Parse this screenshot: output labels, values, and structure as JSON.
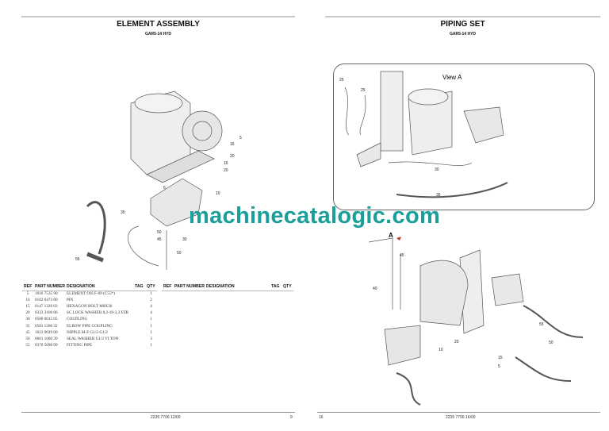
{
  "left_page": {
    "title": "ELEMENT ASSEMBLY",
    "subtitle": "GAR5-14 HYD",
    "table_headers": {
      "ref": "REF",
      "part": "PART NUMBER",
      "desig": "DESIGNATION",
      "tag": "TAG",
      "qty": "QTY"
    },
    "rows": [
      {
        "ref": "5",
        "part": "1616 7535 90",
        "desig": "ELEMENT OIS F-09 (C55*)",
        "qty": "1"
      },
      {
        "ref": "10",
        "part": "0102 6473 00",
        "desig": "PIN",
        "qty": "2"
      },
      {
        "ref": "15",
        "part": "0147 1326 03",
        "desig": "HEXAGON BOLT M8X30",
        "qty": "4"
      },
      {
        "ref": "20",
        "part": "0333 3100 06",
        "desig": "SC LOCK WASHER 8,2-18-2,3 FZB",
        "qty": "4"
      },
      {
        "ref": "30",
        "part": "0580 0015 05",
        "desig": "COUPLING",
        "qty": "1"
      },
      {
        "ref": "35",
        "part": "0581 1200 32",
        "desig": "ELBOW PIPE COUPLING",
        "qty": "1"
      },
      {
        "ref": "45",
        "part": "1613 9029 00",
        "desig": "NIPPLE M-F G1/2-G1/2",
        "qty": "1"
      },
      {
        "ref": "50",
        "part": "0661 1000 39",
        "desig": "SEAL WASHER G1/2 VI TON",
        "qty": "3"
      },
      {
        "ref": "55",
        "part": "0370 5090 99",
        "desig": "FITTING PIPE",
        "qty": "1"
      }
    ],
    "callouts": [
      "5",
      "15",
      "20",
      "15",
      "20",
      "6",
      "10",
      "35",
      "50",
      "45",
      "30",
      "55",
      "50"
    ],
    "footer_code": "2235 7706 12/00",
    "page_number": "9"
  },
  "right_page": {
    "title": "PIPING SET",
    "subtitle": "GAR5-14 HYD",
    "view_label": "View A",
    "marker": "A",
    "callouts": [
      "25",
      "25",
      "30",
      "35",
      "40",
      "45",
      "55",
      "20",
      "50",
      "15",
      "5",
      "10"
    ],
    "footer_code": "2235 7706 16/00",
    "page_number": "16"
  },
  "watermark": "machinecatalogic.com"
}
